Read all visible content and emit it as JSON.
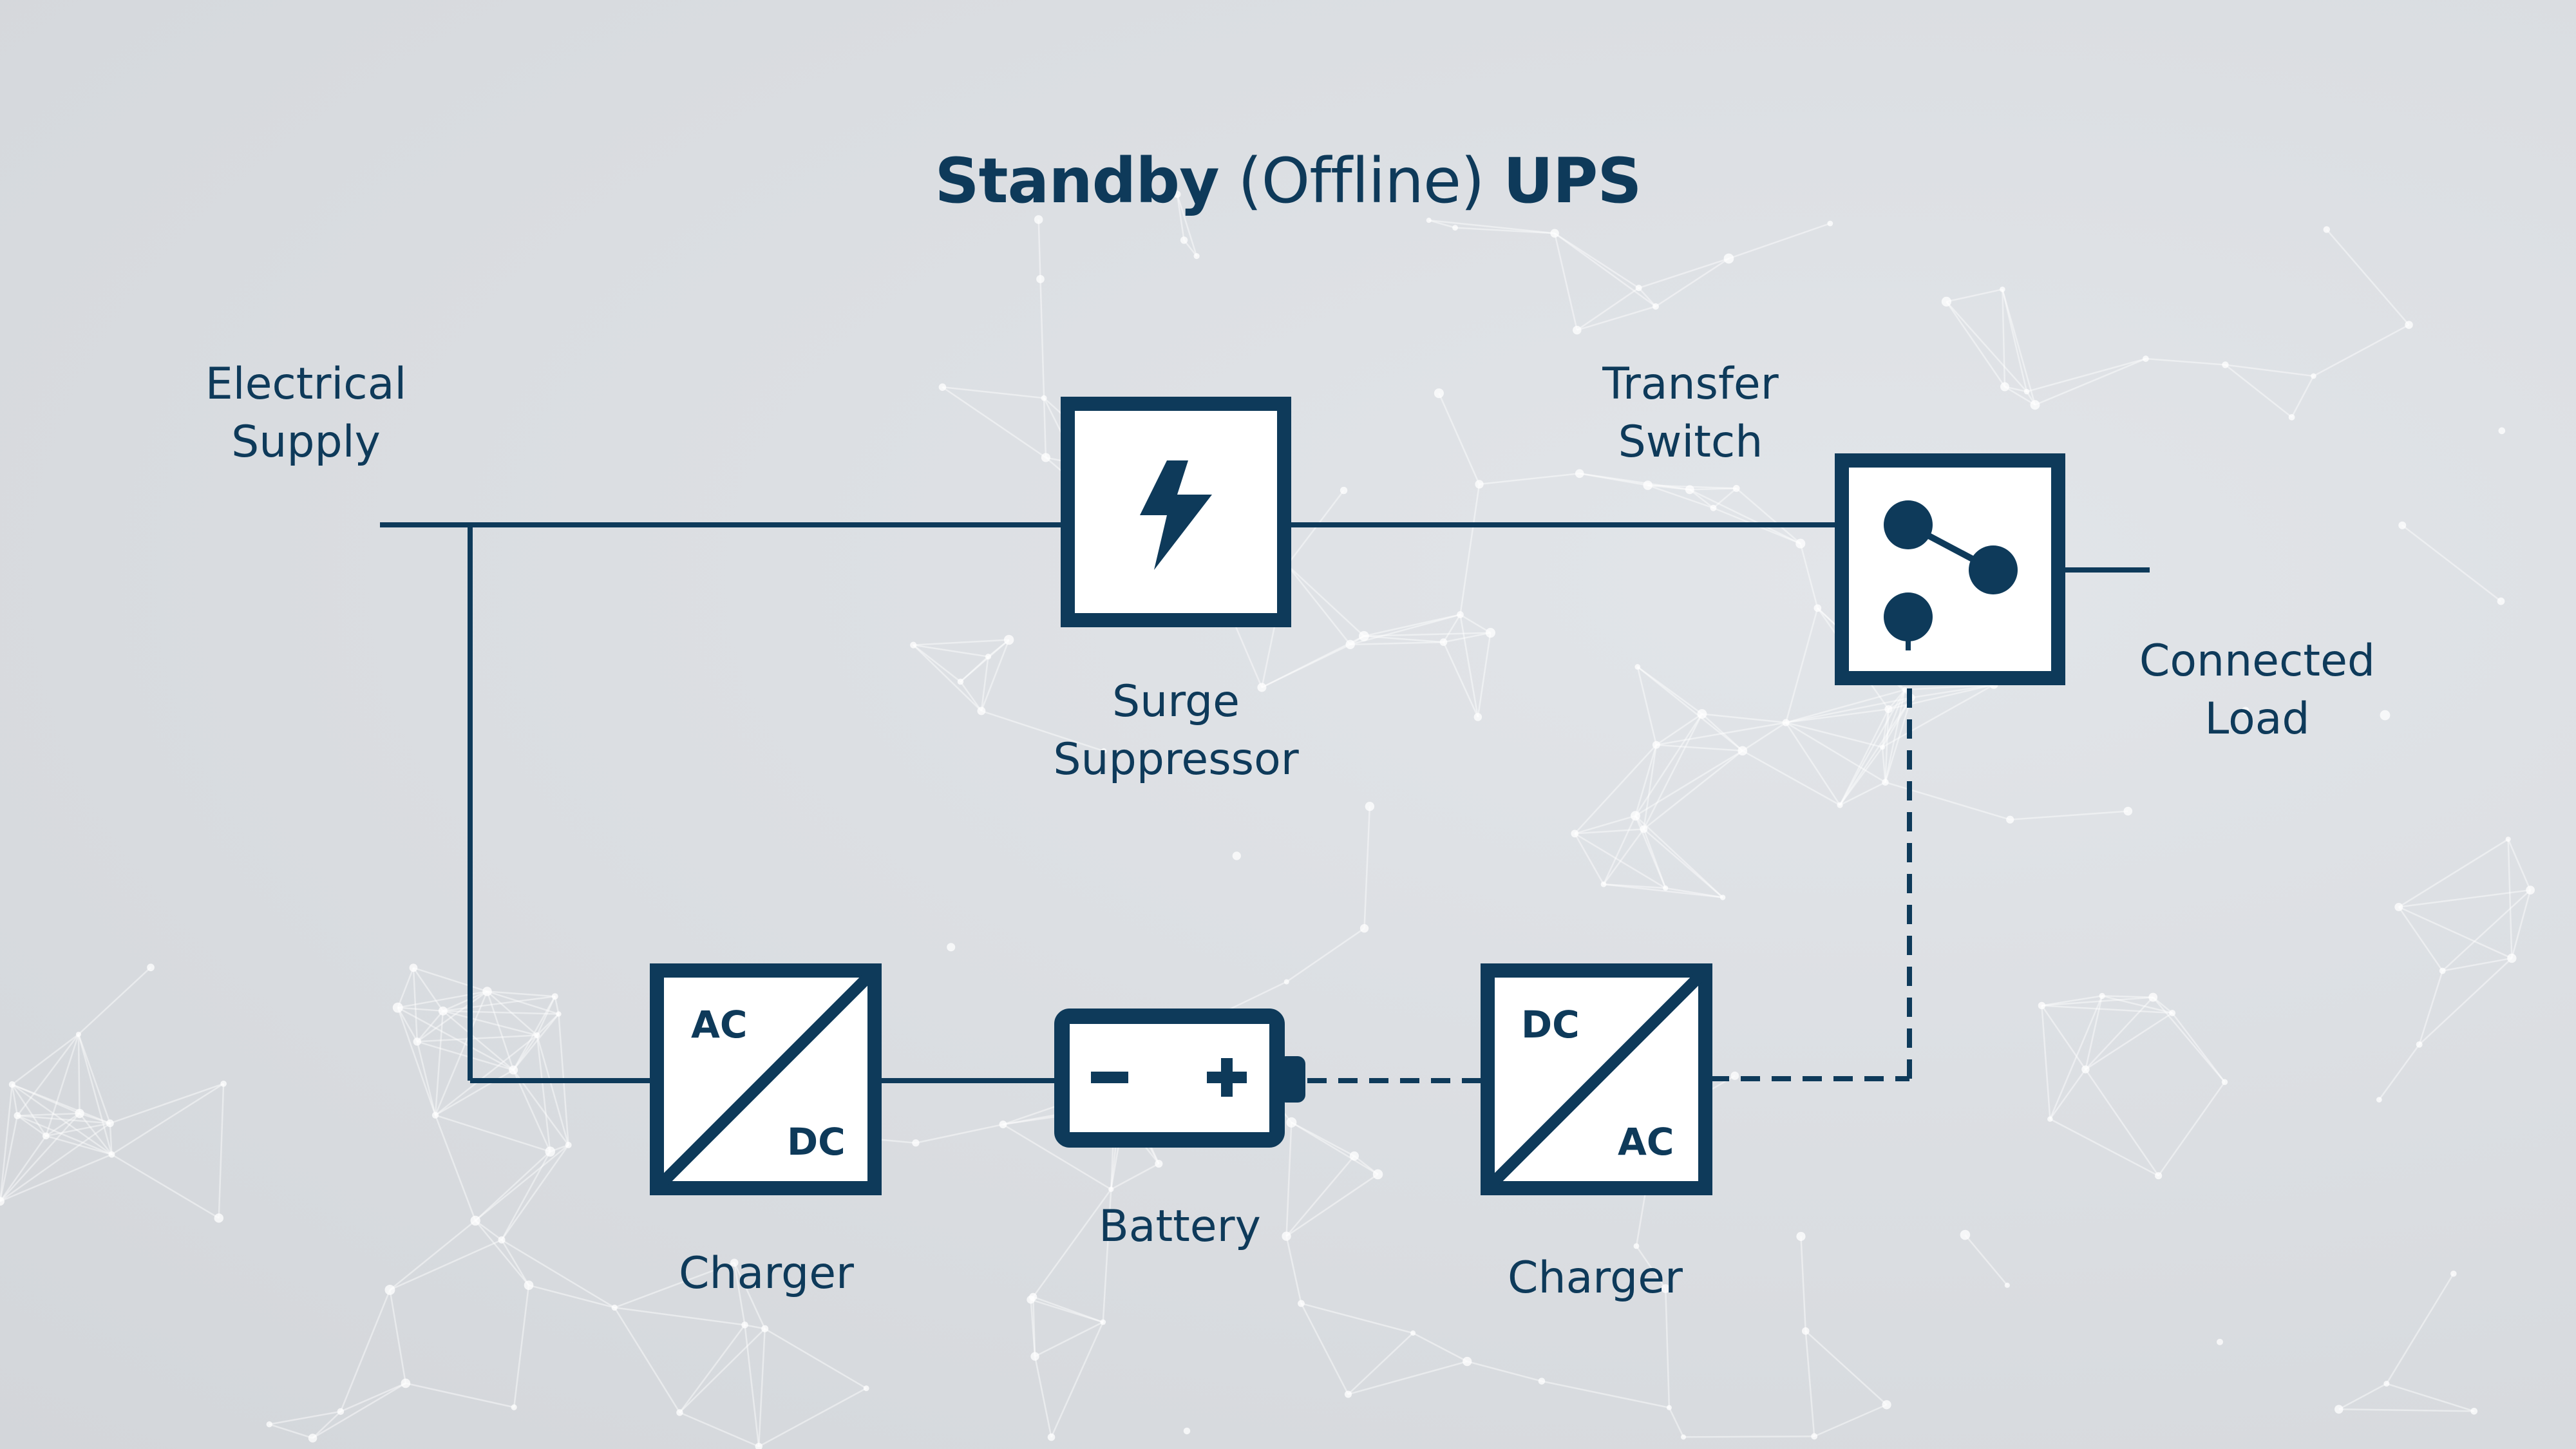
{
  "title": {
    "part1": "Standby",
    "part2": "(Offline)",
    "part3": "UPS"
  },
  "labels": {
    "electrical_supply": [
      "Electrical",
      "Supply"
    ],
    "transfer_switch": [
      "Transfer",
      "Switch"
    ],
    "surge_suppressor": [
      "Surge",
      "Suppressor"
    ],
    "connected_load": [
      "Connected",
      "Load"
    ],
    "charger_left": "Charger",
    "battery": "Battery",
    "charger_right": "Charger"
  },
  "boxes": {
    "charger_left": {
      "top": "AC",
      "bottom": "DC"
    },
    "charger_right": {
      "top": "DC",
      "bottom": "AC"
    },
    "battery": {
      "minus": "−",
      "plus": "+"
    }
  },
  "colors": {
    "primary": "#0e3a5a",
    "background": "#dcdee1",
    "box_fill": "#ffffff"
  },
  "icons": [
    "lightning-bolt-icon",
    "switch-contact-icon",
    "battery-icon"
  ]
}
